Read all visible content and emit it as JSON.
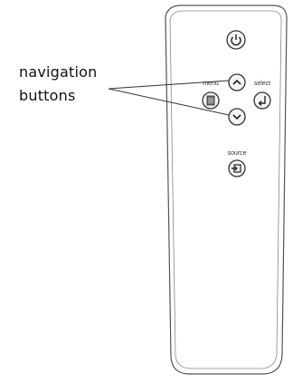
{
  "callout": {
    "line1": "navigation",
    "line2": "buttons"
  },
  "remote": {
    "menu_label": "menu",
    "select_label": "select",
    "source_label": "source"
  },
  "icons": {
    "power": "power-icon",
    "up": "chevron-up-icon",
    "down": "chevron-down-icon",
    "menu": "menu-icon",
    "select": "enter-icon",
    "source": "source-input-icon"
  }
}
